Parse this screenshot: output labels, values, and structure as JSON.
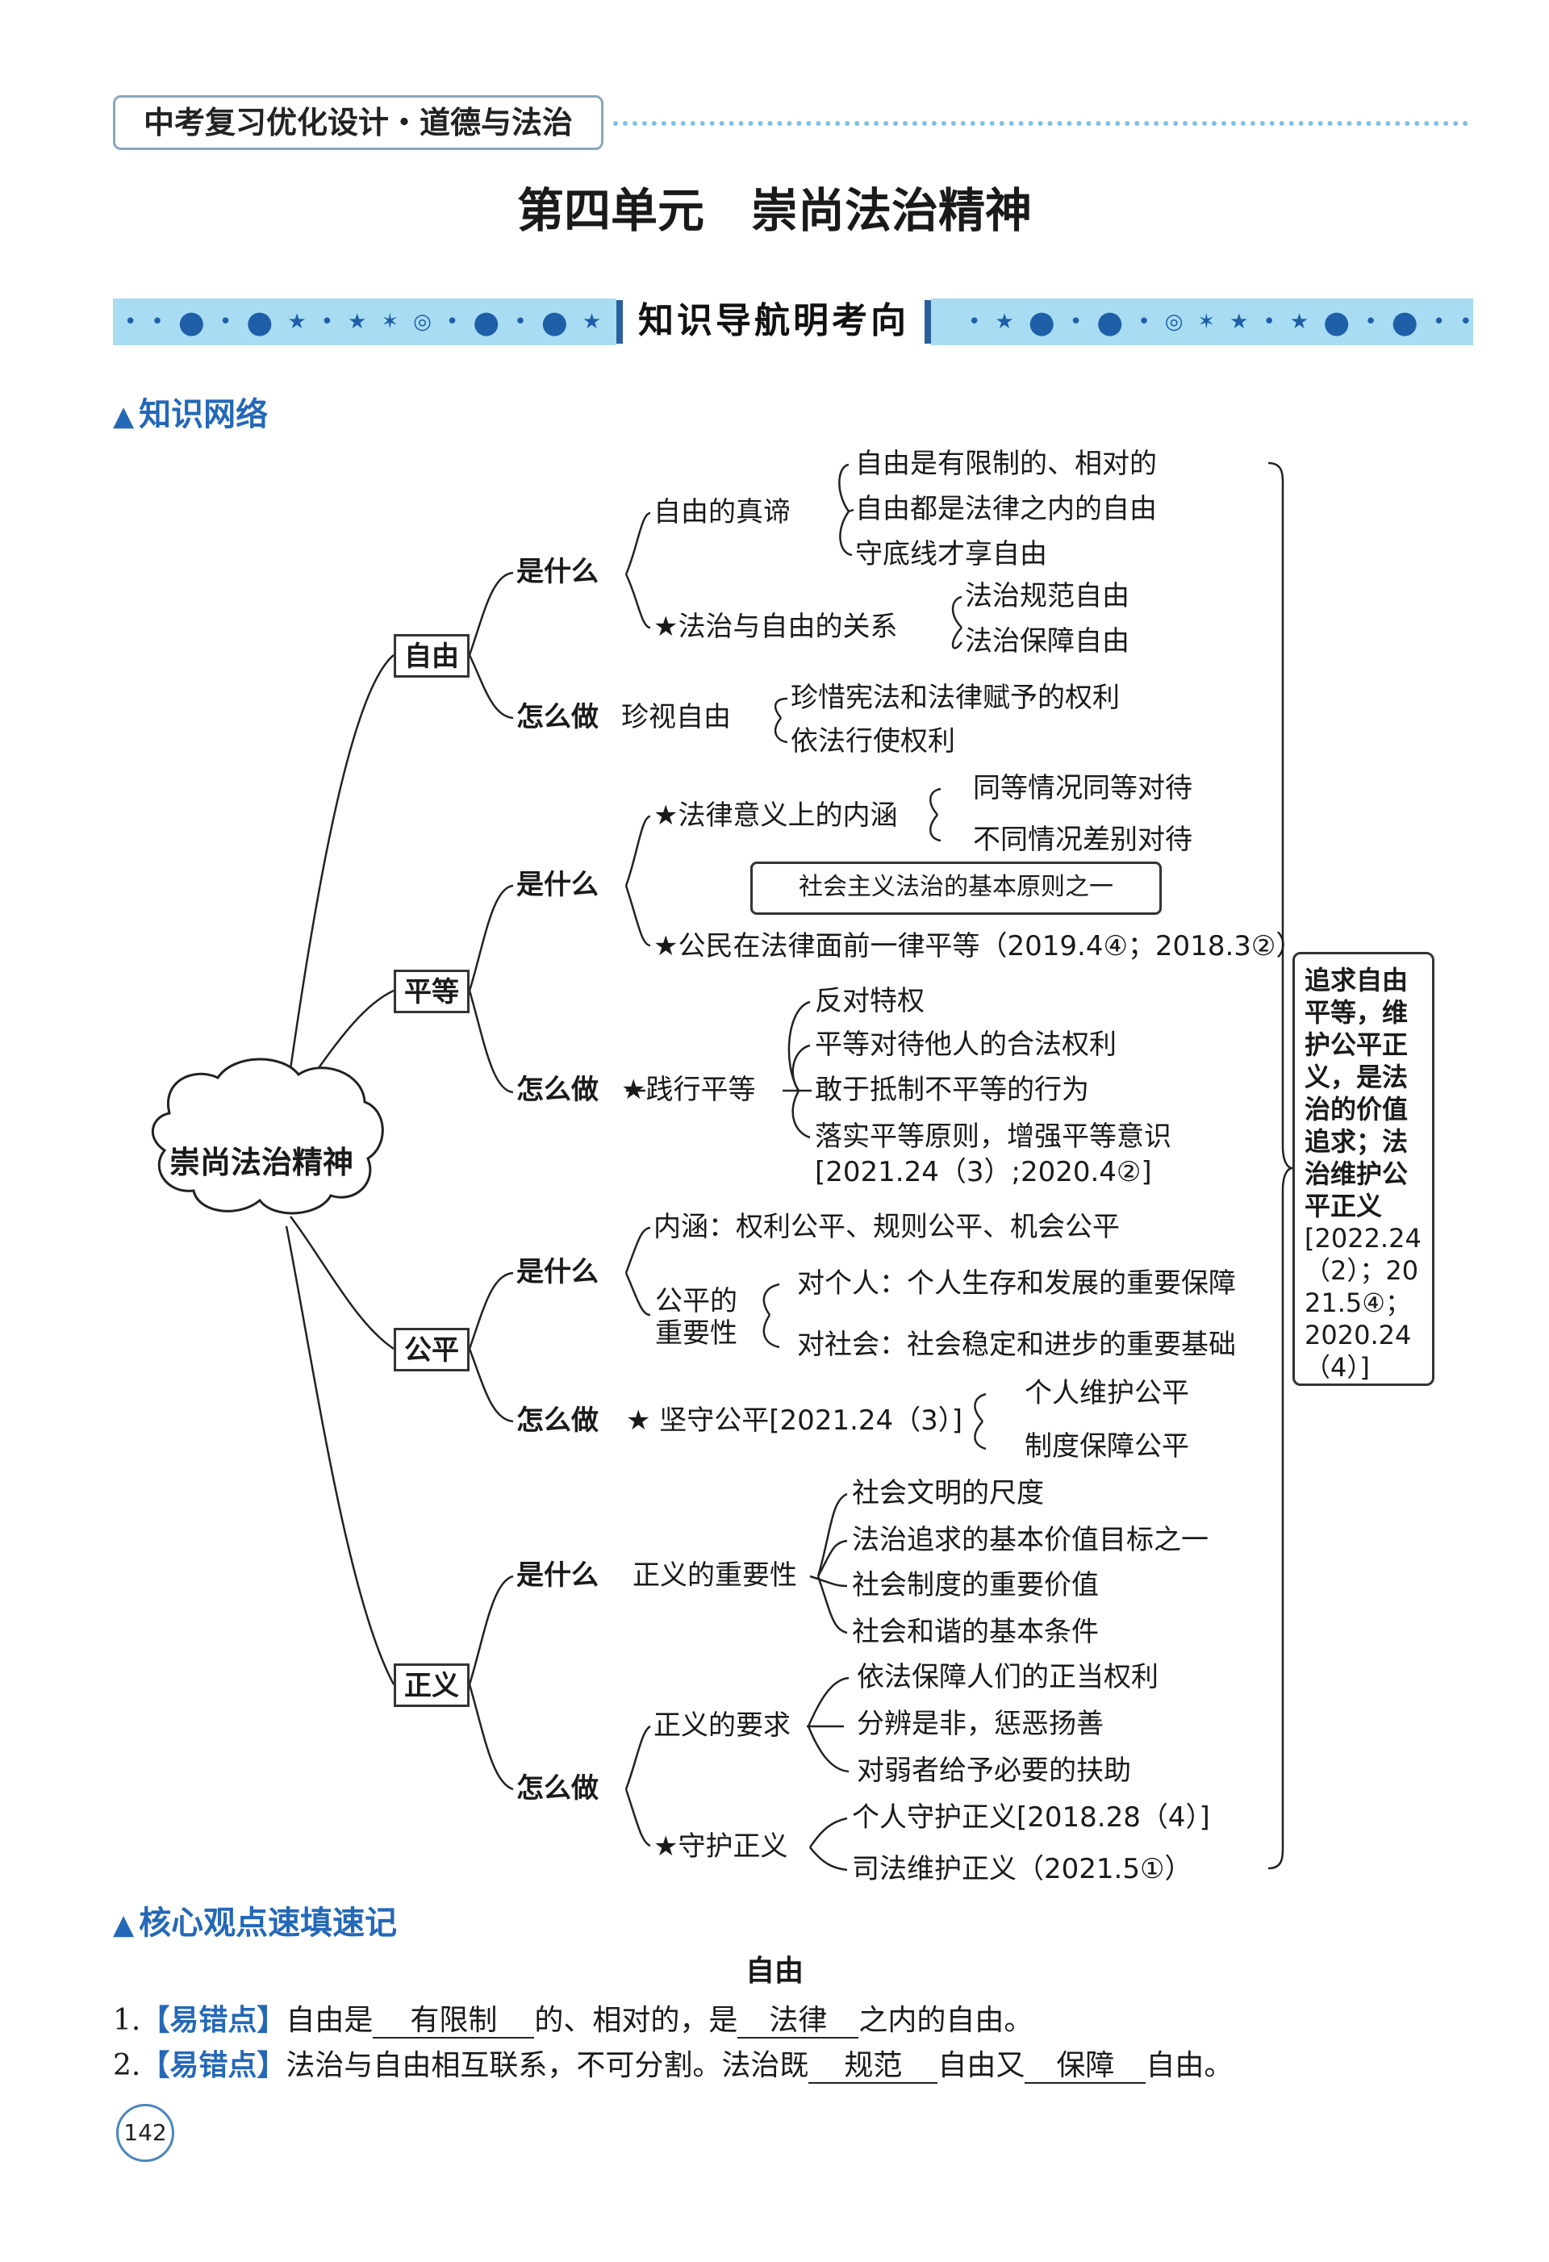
{
  "header": {
    "series": "中考复习优化设计・道德与法治"
  },
  "unit_title": "第四单元　崇尚法治精神",
  "banner": {
    "title": "知识导航明考向"
  },
  "section1": {
    "title": "知识网络"
  },
  "mindmap": {
    "center": "崇尚法治精神",
    "freedom": {
      "label": "自由",
      "what": "是什么",
      "how": "怎么做",
      "truth": "自由的真谛",
      "truth_items": [
        "自由是有限制的、相对的",
        "自由都是法律之内的自由",
        "守底线才享自由"
      ],
      "relation": "★法治与自由的关系",
      "relation_items": [
        "法治规范自由",
        "法治保障自由"
      ],
      "cherish": "珍视自由",
      "cherish_items": [
        "珍惜宪法和法律赋予的权利",
        "依法行使权利"
      ]
    },
    "equality": {
      "label": "平等",
      "what": "是什么",
      "how": "怎么做",
      "meaning": "★法律意义上的内涵",
      "meaning_items": [
        "同等情况同等对待",
        "不同情况差别对待"
      ],
      "callout": "社会主义法治的基本原则之一",
      "citizens": "★公民在法律面前一律平等（2019.4④；2018.3②）",
      "practice": "★践行平等",
      "practice_items": [
        "反对特权",
        "平等对待他人的合法权利",
        "敢于抵制不平等的行为",
        "落实平等原则，增强平等意识"
      ],
      "practice_ref": "[2021.24（3）;2020.4②]"
    },
    "fairness": {
      "label": "公平",
      "what": "是什么",
      "how": "怎么做",
      "connotation": "内涵：权利公平、规则公平、机会公平",
      "importance_1": "公平的",
      "importance_2": "重要性",
      "importance_items": [
        "对个人：个人生存和发展的重要保障",
        "对社会：社会稳定和进步的重要基础"
      ],
      "uphold": "★ 坚守公平[2021.24（3）]",
      "uphold_items": [
        "个人维护公平",
        "制度保障公平"
      ]
    },
    "justice": {
      "label": "正义",
      "what": "是什么",
      "how": "怎么做",
      "importance": "正义的重要性",
      "importance_items": [
        "社会文明的尺度",
        "法治追求的基本价值目标之一",
        "社会制度的重要价值",
        "社会和谐的基本条件"
      ],
      "requirements": "正义的要求",
      "requirements_items": [
        "依法保障人们的正当权利",
        "分辨是非，惩恶扬善",
        "对弱者给予必要的扶助"
      ],
      "guard": "★守护正义",
      "guard_items": [
        "个人守护正义[2018.28（4）]",
        "司法维护正义（2021.5①）"
      ]
    },
    "summary": {
      "highlight": "追求自由平等，维护公平正义，是法治的价值追求；法治维护公平正义",
      "ref": "[2022.24（2）；2021.5④；2020.24（4）]"
    }
  },
  "section2": {
    "title": "核心观点速填速记"
  },
  "subsection": "自由",
  "fill_items": [
    {
      "num": "1.",
      "tag": "【易错点】",
      "parts": [
        "自由是",
        "的、相对的，是",
        "之内的自由。"
      ],
      "answers": [
        "有限制",
        "法律"
      ]
    },
    {
      "num": "2.",
      "tag": "【易错点】",
      "parts": [
        "法治与自由相互联系，不可分割。法治既",
        "自由又",
        "自由。"
      ],
      "answers": [
        "规范",
        "保障"
      ]
    }
  ],
  "page_number": "142"
}
